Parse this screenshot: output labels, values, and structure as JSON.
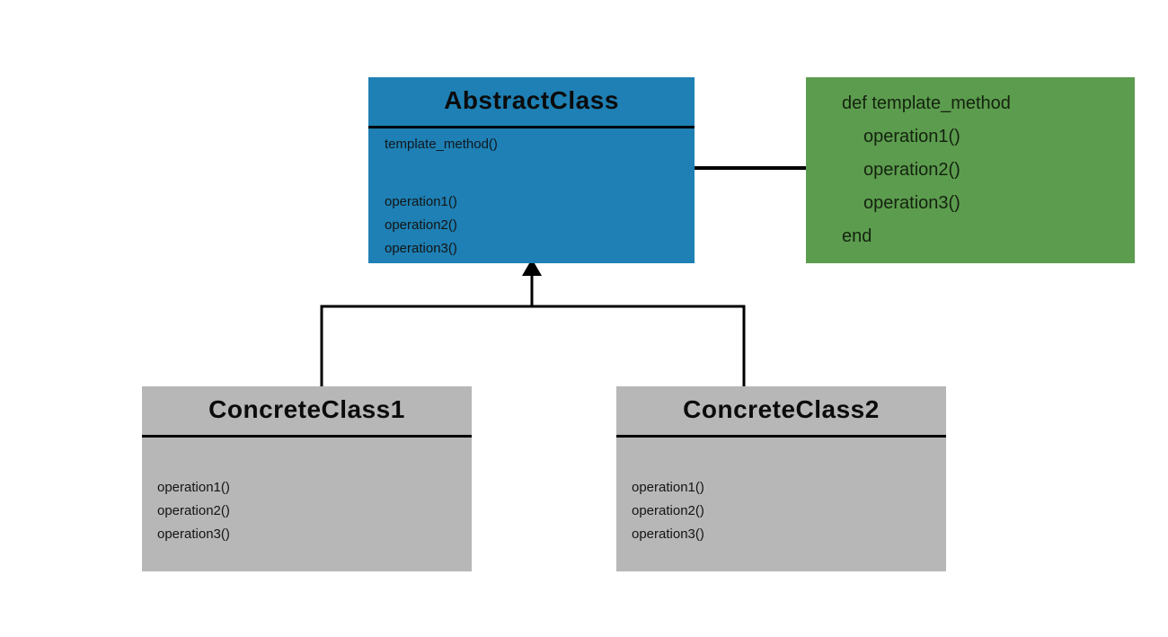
{
  "abstract_class": {
    "title": "AbstractClass",
    "template_method": "template_method()",
    "operations": [
      "operation1()",
      "operation2()",
      "operation3()"
    ]
  },
  "code_note": {
    "lines": [
      {
        "text": "def template_method",
        "indent": 0
      },
      {
        "text": "operation1()",
        "indent": 1
      },
      {
        "text": "operation2()",
        "indent": 1
      },
      {
        "text": "operation3()",
        "indent": 1
      },
      {
        "text": "end",
        "indent": 0
      }
    ]
  },
  "concrete_class_1": {
    "title": "ConcreteClass1",
    "operations": [
      "operation1()",
      "operation2()",
      "operation3()"
    ]
  },
  "concrete_class_2": {
    "title": "ConcreteClass2",
    "operations": [
      "operation1()",
      "operation2()",
      "operation3()"
    ]
  },
  "colors": {
    "abstract_fill": "#1E80B4",
    "code_fill": "#5C9C4E",
    "concrete_fill": "#B7B7B7",
    "line": "#000000",
    "background": "#FFFFFF"
  }
}
